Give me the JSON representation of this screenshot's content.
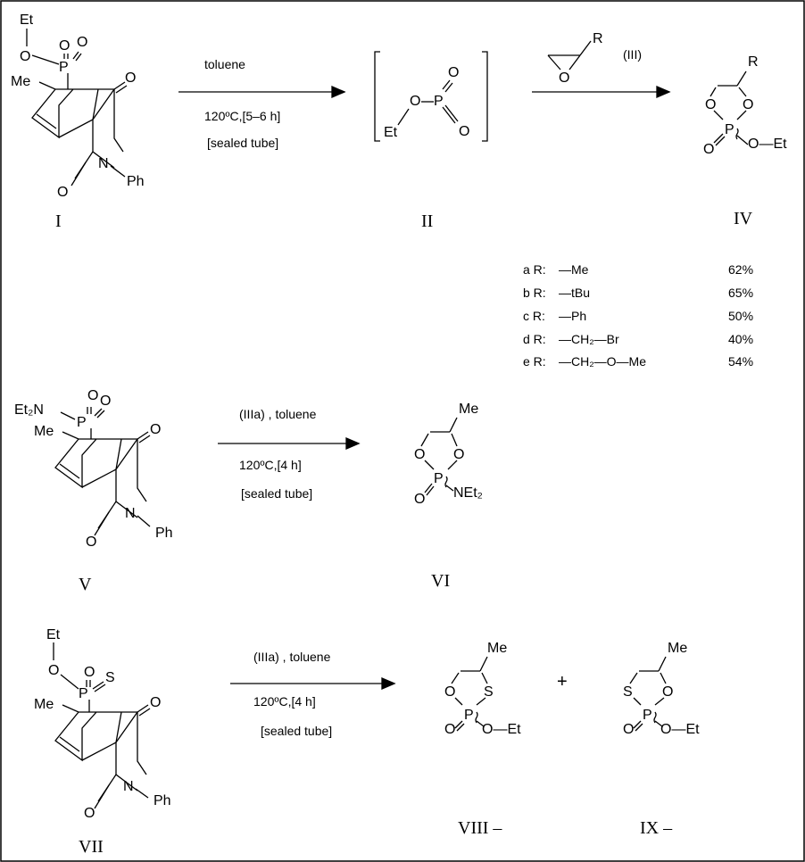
{
  "diagram": {
    "compound_ids": {
      "I": "I",
      "II": "II",
      "IV": "IV",
      "V": "V",
      "VI": "VI",
      "VII": "VII",
      "VIII": "VIII –",
      "IX": "IX –"
    },
    "reaction1": {
      "above": "toluene",
      "below1": "120ºC,[5–6 h]",
      "below2": "[sealed tube]"
    },
    "reaction2": {
      "reagent_label": "(III)",
      "substituent": "R"
    },
    "reaction3": {
      "above": "(IIIa) , toluene",
      "below1": "120ºC,[4 h]",
      "below2": "[sealed tube]"
    },
    "reaction4": {
      "above": "(IIIa) , toluene",
      "below1": "120ºC,[4 h]",
      "below2": "[sealed tube]"
    },
    "plus": "+",
    "yields": [
      {
        "label": "a R:",
        "group": "—Me",
        "yield": "62%"
      },
      {
        "label": "b R:",
        "group": "—tBu",
        "yield": "65%"
      },
      {
        "label": "c R:",
        "group": "—Ph",
        "yield": "50%"
      },
      {
        "label": "d R:",
        "group": "—CH₂—Br",
        "yield": "40%"
      },
      {
        "label": "e R:",
        "group": "—CH₂—O—Me",
        "yield": "54%"
      }
    ],
    "atoms": {
      "Et": "Et",
      "O": "O",
      "P": "P",
      "S": "S",
      "N": "N",
      "Me": "Me",
      "Ph": "Ph",
      "R": "R",
      "OEt": "O—Et",
      "NEt2": "NEt₂",
      "Et2N": "Et₂N"
    }
  }
}
